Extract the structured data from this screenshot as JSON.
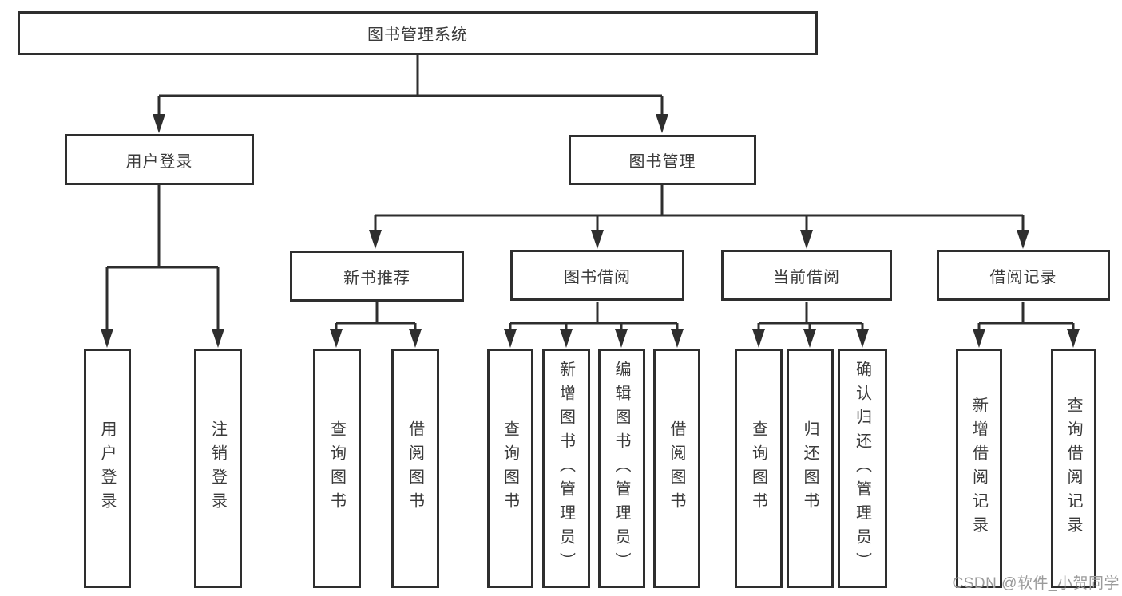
{
  "tree": {
    "label": "图书管理系统",
    "children": [
      {
        "label": "用户登录",
        "children": [
          {
            "label": "用户登录"
          },
          {
            "label": "注销登录"
          }
        ]
      },
      {
        "label": "图书管理",
        "children": [
          {
            "label": "新书推荐",
            "children": [
              {
                "label": "查询图书"
              },
              {
                "label": "借阅图书"
              }
            ]
          },
          {
            "label": "图书借阅",
            "children": [
              {
                "label": "查询图书"
              },
              {
                "label": "新增图书（管理员）"
              },
              {
                "label": "编辑图书（管理员）"
              },
              {
                "label": "借阅图书"
              }
            ]
          },
          {
            "label": "当前借阅",
            "children": [
              {
                "label": "查询图书"
              },
              {
                "label": "归还图书"
              },
              {
                "label": "确认归还（管理员）"
              }
            ]
          },
          {
            "label": "借阅记录",
            "children": [
              {
                "label": "新增借阅记录"
              },
              {
                "label": "查询借阅记录"
              }
            ]
          }
        ]
      }
    ]
  },
  "watermark": {
    "text": "CSDN @软件_小贺同学"
  },
  "colors": {
    "line": "#2e2e2e",
    "box_border": "#2e2e2e",
    "text": "#3a3a3a",
    "watermark": "#9b9b9b",
    "background": "#ffffff"
  }
}
